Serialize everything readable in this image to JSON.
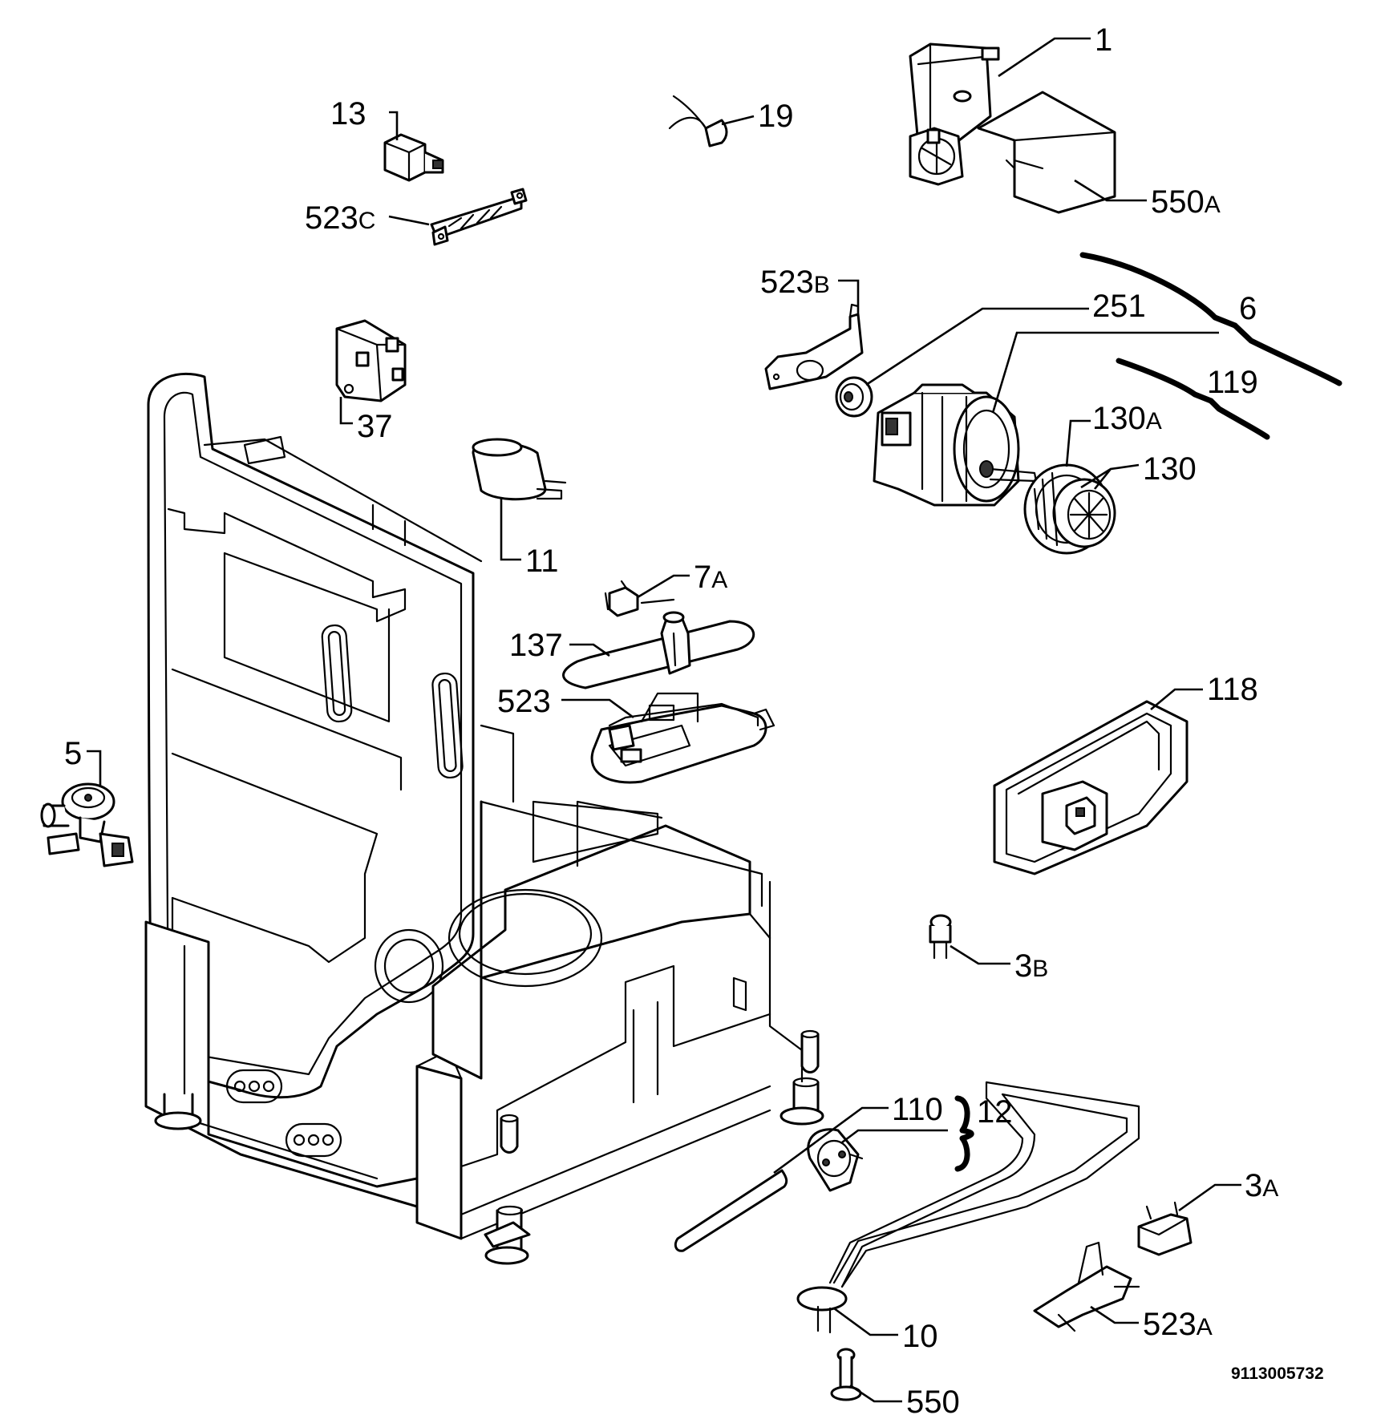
{
  "callouts": {
    "c1": {
      "num": "1",
      "suf": ""
    },
    "c13": {
      "num": "13",
      "suf": ""
    },
    "c19": {
      "num": "19",
      "suf": ""
    },
    "c550a": {
      "num": "550",
      "suf": "A"
    },
    "c523c": {
      "num": "523",
      "suf": "C"
    },
    "c523b": {
      "num": "523",
      "suf": "B"
    },
    "c251": {
      "num": "251",
      "suf": ""
    },
    "c6": {
      "num": "6",
      "suf": ""
    },
    "c119": {
      "num": "119",
      "suf": ""
    },
    "c130a": {
      "num": "130",
      "suf": "A"
    },
    "c130": {
      "num": "130",
      "suf": ""
    },
    "c37": {
      "num": "37",
      "suf": ""
    },
    "c11": {
      "num": "11",
      "suf": ""
    },
    "c7a": {
      "num": "7",
      "suf": "A"
    },
    "c137": {
      "num": "137",
      "suf": ""
    },
    "c523": {
      "num": "523",
      "suf": ""
    },
    "c118": {
      "num": "118",
      "suf": ""
    },
    "c5": {
      "num": "5",
      "suf": ""
    },
    "c3b": {
      "num": "3",
      "suf": "B"
    },
    "c110": {
      "num": "110",
      "suf": ""
    },
    "c12": {
      "num": "12",
      "suf": ""
    },
    "c3a": {
      "num": "3",
      "suf": "A"
    },
    "c523a": {
      "num": "523",
      "suf": "A"
    },
    "c10": {
      "num": "10",
      "suf": ""
    },
    "c550": {
      "num": "550",
      "suf": ""
    }
  },
  "reference_number": "9113005732"
}
